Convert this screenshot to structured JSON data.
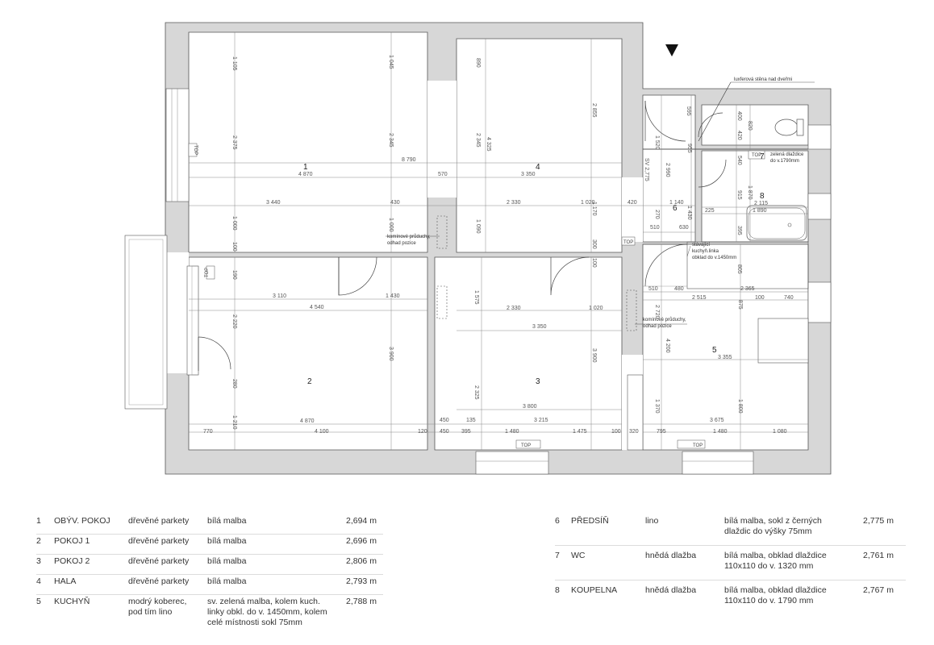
{
  "rooms": [
    {
      "num": "1",
      "label": "1"
    },
    {
      "num": "2",
      "label": "2"
    },
    {
      "num": "3",
      "label": "3"
    },
    {
      "num": "4",
      "label": "4"
    },
    {
      "num": "5",
      "label": "5"
    },
    {
      "num": "6",
      "label": "6"
    },
    {
      "num": "7",
      "label": "7"
    },
    {
      "num": "8",
      "label": "8"
    }
  ],
  "dimensions": {
    "overall_top": "8 790",
    "r1_width": "4 870",
    "gap_570": "570",
    "r4_width": "3 350",
    "r1_3440": "3 440",
    "r1_430": "430",
    "r4_2330": "2 330",
    "r4_1020": "1 020",
    "r6_420": "420",
    "r6_1140": "1 140",
    "r1_h1105": "1 105",
    "r1_h2375": "2 375",
    "r1_h1000": "1 000",
    "r1_h100": "100",
    "r1_h1045": "1 045",
    "r1_h2345": "2 345",
    "r1_h1000b": "1 000",
    "r4_h890": "890",
    "r4_h2345": "2 345",
    "r4_h4325": "4 325",
    "r4_h1090": "1 090",
    "r4_h2855": "2 855",
    "r4_h1170": "1 170",
    "r4_h300": "300",
    "r4_h100": "100",
    "sv": "SV 2,775",
    "r6_h1520": "1 520",
    "r6_h2990": "2 990",
    "r6_h955": "955",
    "r6_h1430": "1 430",
    "r6_h270": "270",
    "r6_510": "510",
    "r6_630": "630",
    "r7_h595": "595",
    "r7_h400": "400",
    "r7_h420": "420",
    "r7_h820": "820",
    "r7_h540": "540",
    "r8_h915": "915",
    "r8_h1870": "1 870",
    "r8_225": "225",
    "r8_2115": "2 115",
    "r8_1890": "1 890",
    "r8_h395": "395",
    "r8_h805": "805",
    "r2_h190": "190",
    "r2_3110": "3 110",
    "r2_1430": "1 430",
    "r2_4540": "4 540",
    "r2_h2220": "2 220",
    "r2_h3900": "3 900",
    "r2_h280": "280",
    "r2_h1210": "1 210",
    "r2_4870": "4 870",
    "r2_770": "770",
    "r2_4100": "4 100",
    "r2_120": "120",
    "r3_h1575": "1 575",
    "r3_2330": "2 330",
    "r3_1020": "1 020",
    "r3_3350": "3 350",
    "r3_h3900": "3 900",
    "r3_h2325": "2 325",
    "r3_3800": "3 800",
    "r3_450a": "450",
    "r3_135": "135",
    "r3_3215": "3 215",
    "r3_450b": "450",
    "r3_395": "395",
    "r3_1480": "1 480",
    "r3_1475": "1 475",
    "r3_100": "100",
    "r3_320": "320",
    "r5_510": "510",
    "r5_480": "480",
    "r5_2365": "2 365",
    "r5_2515": "2 515",
    "r5_100": "100",
    "r5_740": "740",
    "r5_h2720": "2 720",
    "r5_h875": "875",
    "r5_h4200": "4 200",
    "r5_3355": "3 355",
    "r5_h1370": "1 370",
    "r5_h1800": "1 800",
    "r5_3675": "3 675",
    "r5_795": "795",
    "r5_1480": "1 480",
    "r5_1080": "1 080"
  },
  "top_labels": [
    "TOP",
    "TOP",
    "TOP",
    "TOP",
    "TOP",
    "TOP"
  ],
  "annotations": {
    "luxfer": "luxferová stěna nad dveřmi",
    "chimney1_l1": "komínové průduchy,",
    "chimney1_l2": "odhad pozice",
    "chimney2_l1": "komínové průduchy,",
    "chimney2_l2": "odhad pozice",
    "kitchen_l1": "stávající",
    "kitchen_l2": "kuchyň.linka",
    "kitchen_l3": "obklad do v.1450mm",
    "tiles_l1": "zelená dlaždice",
    "tiles_l2": "do v.1790mm"
  },
  "legend_left": [
    {
      "num": "1",
      "name": "OBÝV. POKOJ",
      "floor": "dřevěné parkety",
      "walls": "bílá malba",
      "height": "2,694 m"
    },
    {
      "num": "2",
      "name": "POKOJ 1",
      "floor": "dřevěné parkety",
      "walls": "bílá malba",
      "height": "2,696 m"
    },
    {
      "num": "3",
      "name": "POKOJ 2",
      "floor": "dřevěné parkety",
      "walls": "bílá malba",
      "height": "2,806 m"
    },
    {
      "num": "4",
      "name": "HALA",
      "floor": "dřevěné parkety",
      "walls": "bílá malba",
      "height": "2,793 m"
    },
    {
      "num": "5",
      "name": "KUCHYŇ",
      "floor": "modrý koberec,\npod tím lino",
      "walls": "sv. zelená malba, kolem kuch.\nlinky obkl. do v. 1450mm, kolem\ncelé místnosti sokl 75mm",
      "height": "2,788 m"
    }
  ],
  "legend_right": [
    {
      "num": "6",
      "name": "PŘEDSÍŇ",
      "floor": "lino",
      "walls": "bílá malba, sokl z černých\ndlaždic do výšky 75mm",
      "height": "2,775 m"
    },
    {
      "num": "7",
      "name": "WC",
      "floor": "hnědá dlažba",
      "walls": "bílá malba, obklad dlaždice\n110x110 do v. 1320 mm",
      "height": "2,761 m"
    },
    {
      "num": "8",
      "name": "KOUPELNA",
      "floor": "hnědá dlažba",
      "walls": "bílá malba, obklad dlaždice\n110x110 do v. 1790 mm",
      "height": "2,767 m"
    }
  ],
  "colors": {
    "wall": "#d7d7d7",
    "line": "#333333",
    "dim": "#777777",
    "text": "#222222"
  }
}
